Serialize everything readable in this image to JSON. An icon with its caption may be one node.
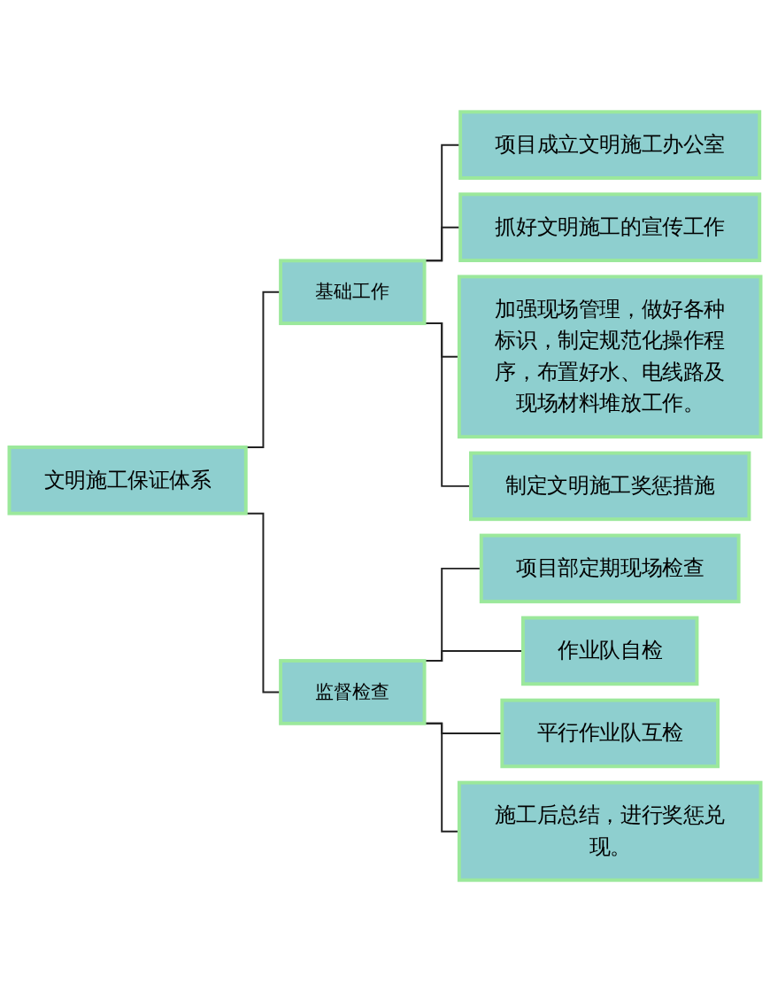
{
  "diagram": {
    "nodes": [
      {
        "text": [
          "文明施工保证体系"
        ]
      },
      {
        "text": [
          "基础工作"
        ]
      },
      {
        "text": [
          "监督检查"
        ]
      },
      {
        "text": [
          "项目成立文明施工办公室"
        ]
      },
      {
        "text": [
          "抓好文明施工的宣传工作"
        ]
      },
      {
        "text": [
          "加强现场管理，做好各种标识，制定规范化操作程序，布置好水、电线路及现场材料堆放工作。"
        ]
      },
      {
        "text": [
          "制定文明施工奖惩措施"
        ]
      },
      {
        "text": [
          "项目部定期现场检查"
        ]
      },
      {
        "text": [
          "作业队自检"
        ]
      },
      {
        "text": [
          "平行作业队互检"
        ]
      },
      {
        "text": [
          "施工后总结，进行奖惩兑现。"
        ]
      }
    ],
    "edges": [
      {
        "from": 0,
        "to": 1,
        "arrow": "none"
      },
      {
        "from": 0,
        "to": 2,
        "arrow": "none"
      },
      {
        "from": 1,
        "to": 3,
        "arrow": "none"
      },
      {
        "from": 1,
        "to": 4,
        "arrow": "none"
      },
      {
        "from": 1,
        "to": 5,
        "arrow": "none"
      },
      {
        "from": 1,
        "to": 6,
        "arrow": "none"
      },
      {
        "from": 2,
        "to": 7,
        "arrow": "none"
      },
      {
        "from": 2,
        "to": 8,
        "arrow": "none"
      },
      {
        "from": 2,
        "to": 9,
        "arrow": "none"
      },
      {
        "from": 2,
        "to": 10,
        "arrow": "none"
      }
    ]
  }
}
